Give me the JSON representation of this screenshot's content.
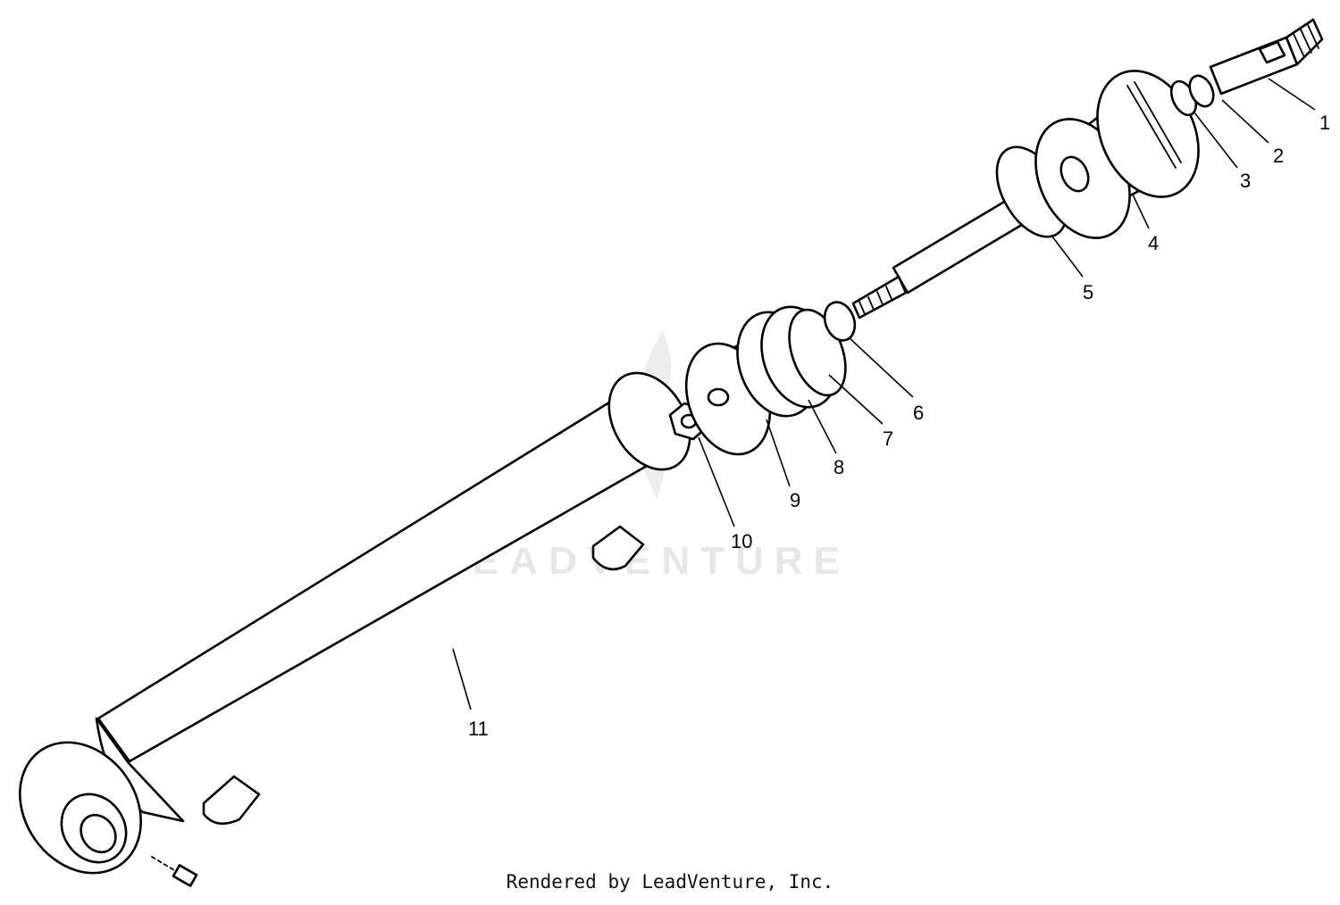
{
  "diagram": {
    "callouts": [
      {
        "id": "1",
        "label": "1"
      },
      {
        "id": "2",
        "label": "2"
      },
      {
        "id": "3",
        "label": "3"
      },
      {
        "id": "4",
        "label": "4"
      },
      {
        "id": "5",
        "label": "5"
      },
      {
        "id": "6",
        "label": "6"
      },
      {
        "id": "7",
        "label": "7"
      },
      {
        "id": "8",
        "label": "8"
      },
      {
        "id": "9",
        "label": "9"
      },
      {
        "id": "10",
        "label": "10"
      },
      {
        "id": "11",
        "label": "11"
      }
    ],
    "watermark": "LEADVENTURE",
    "footer": "Rendered by LeadVenture, Inc."
  }
}
